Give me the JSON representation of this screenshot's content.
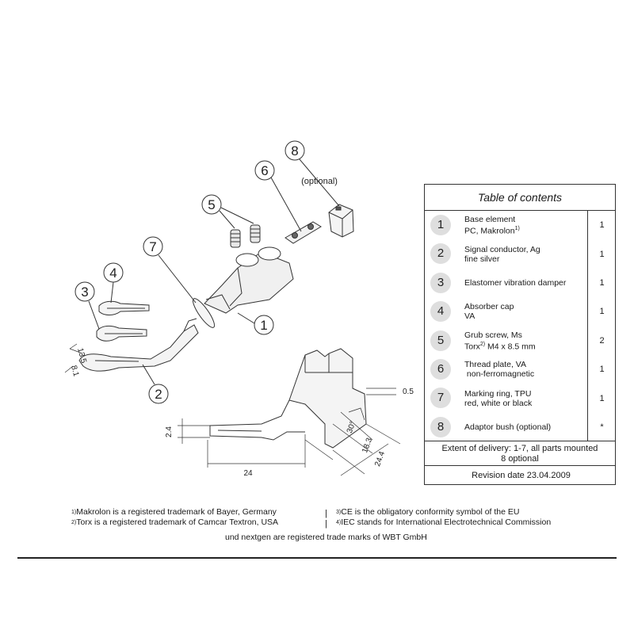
{
  "callouts": [
    "1",
    "2",
    "3",
    "4",
    "5",
    "6",
    "7",
    "8"
  ],
  "optional_label": "(optional)",
  "dimensions": {
    "d_13_5": "13.5",
    "d_8_1": "8.1",
    "d_2_4": "2.4",
    "d_24": "24",
    "d_18_3": "18.3",
    "d_24_4": "24.4",
    "d_0_5": "0.5",
    "d_30": "30°"
  },
  "toc": {
    "title": "Table of contents",
    "rows": [
      {
        "num": "1",
        "line1": "Base element",
        "line2": "PC, Makrolon",
        "sup": "1)",
        "qty": "1"
      },
      {
        "num": "2",
        "line1": "Signal conductor, Ag",
        "line2": "fine silver",
        "sup": "",
        "qty": "1"
      },
      {
        "num": "3",
        "line1": "Elastomer vibration damper",
        "line2": "",
        "sup": "",
        "qty": "1"
      },
      {
        "num": "4",
        "line1": "Absorber cap",
        "line2": "VA",
        "sup": "",
        "qty": "1"
      },
      {
        "num": "5",
        "line1": "Grub screw, Ms",
        "line2": "Torx",
        "sup": "2)",
        "line2b": " M4 x 8.5 mm",
        "qty": "2"
      },
      {
        "num": "6",
        "line1": "Thread plate, VA",
        "line2": " non-ferromagnetic",
        "sup": "",
        "qty": "1"
      },
      {
        "num": "7",
        "line1": "Marking ring, TPU",
        "line2": "red, white or black",
        "sup": "",
        "qty": "1"
      },
      {
        "num": "8",
        "line1": "Adaptor bush (optional)",
        "line2": "",
        "sup": "",
        "qty": "*"
      }
    ],
    "delivery_line1": "Extent of delivery: 1-7, all parts mounted",
    "delivery_line2": "8 optional",
    "revision_label": "Revision date",
    "revision_date": "23.04.2009"
  },
  "footnotes": {
    "fn1_mark": "1)",
    "fn1": "Makrolon is a registered trademark of Bayer, Germany",
    "fn2_mark": "2)",
    "fn2": "Torx is a registered trademark of Camcar Textron, USA",
    "fn3_mark": "3)",
    "fn3": "CE is the obligatory conformity symbol of the EU",
    "fn4_mark": "4)",
    "fn4": "IEC stands for International Electrotechnical Commission",
    "separator": "|",
    "trademark_line": "und nextgen are registered trade marks of WBT GmbH"
  }
}
